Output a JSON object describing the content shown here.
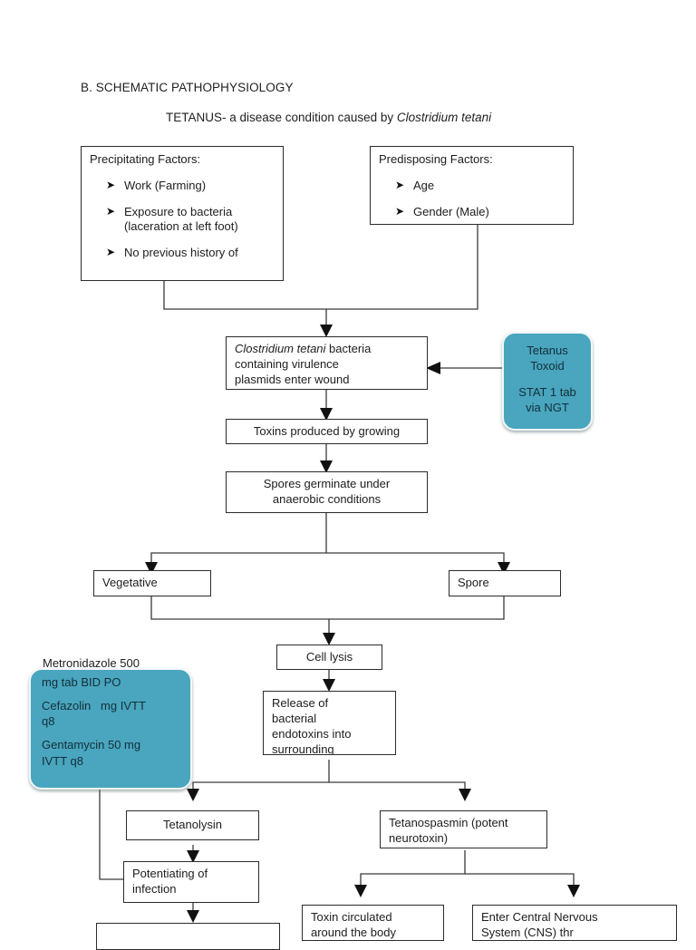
{
  "page": {
    "section_label": "B. SCHEMATIC PATHOPHYSIOLOGY",
    "title_prefix": "TETANUS- a disease condition caused by ",
    "title_italic": "Clostridium tetani"
  },
  "colors": {
    "callout_fill": "#4aa5be",
    "callout_border": "#f2f7f8",
    "box_border": "#2b2b2b",
    "connector": "#3a3a3a",
    "text": "#1d1d1d",
    "page_background": "#ffffff"
  },
  "boxes": {
    "precipitating": {
      "title": "Precipitating Factors:",
      "bullet_glyph": "➤",
      "items": [
        "Work (Farming)",
        "Exposure to bacteria (laceration at left foot)",
        "No previous history of"
      ],
      "item_lines": [
        [
          "Work (Farming)"
        ],
        [
          "Exposure to bacteria",
          "(laceration at left foot)"
        ],
        [
          "No previous history of"
        ]
      ]
    },
    "predisposing": {
      "title": "Predisposing Factors:",
      "bullet_glyph": "➤",
      "items": [
        "Age",
        "Gender (Male)"
      ]
    },
    "entry": {
      "line1_italic": "Clostridium tetani",
      "line1_rest": " bacteria",
      "line2": "containing virulence",
      "line3": "plasmids enter wound"
    },
    "toxins_produced": "Toxins produced by growing",
    "spores_germinate": {
      "line1": "Spores germinate under",
      "line2": "anaerobic conditions"
    },
    "vegetative": "Vegetative",
    "spore": "Spore",
    "cell_lysis": "Cell lysis",
    "release_endotoxins": {
      "line1": "Release of",
      "line2": "bacterial",
      "line3": "endotoxins into",
      "line4": "surrounding"
    },
    "tetanolysin": "Tetanolysin",
    "tetanospasmin": {
      "line1": "Tetanospasmin (potent",
      "line2": "neurotoxin)"
    },
    "potentiating": {
      "line1": "Potentiating of",
      "line2": "infection"
    },
    "toxin_circulated": {
      "line1": "Toxin circulated",
      "line2": "around the body"
    },
    "enter_cns": {
      "line1": "Enter Central Nervous",
      "line2": "System (CNS) thr"
    }
  },
  "callouts": {
    "tetanus_toxoid": {
      "line1": "Tetanus",
      "line2": "Toxoid",
      "line3": "STAT 1 tab",
      "line4": "via NGT"
    },
    "medications": {
      "overflow_line": "Metronidazole 500",
      "line1": "mg tab BID PO",
      "line2a": "Cefazolin",
      "line2b": "mg IVTT",
      "line3": "q8",
      "line4": "Gentamycin 50 mg",
      "line5": "IVTT q8"
    }
  }
}
